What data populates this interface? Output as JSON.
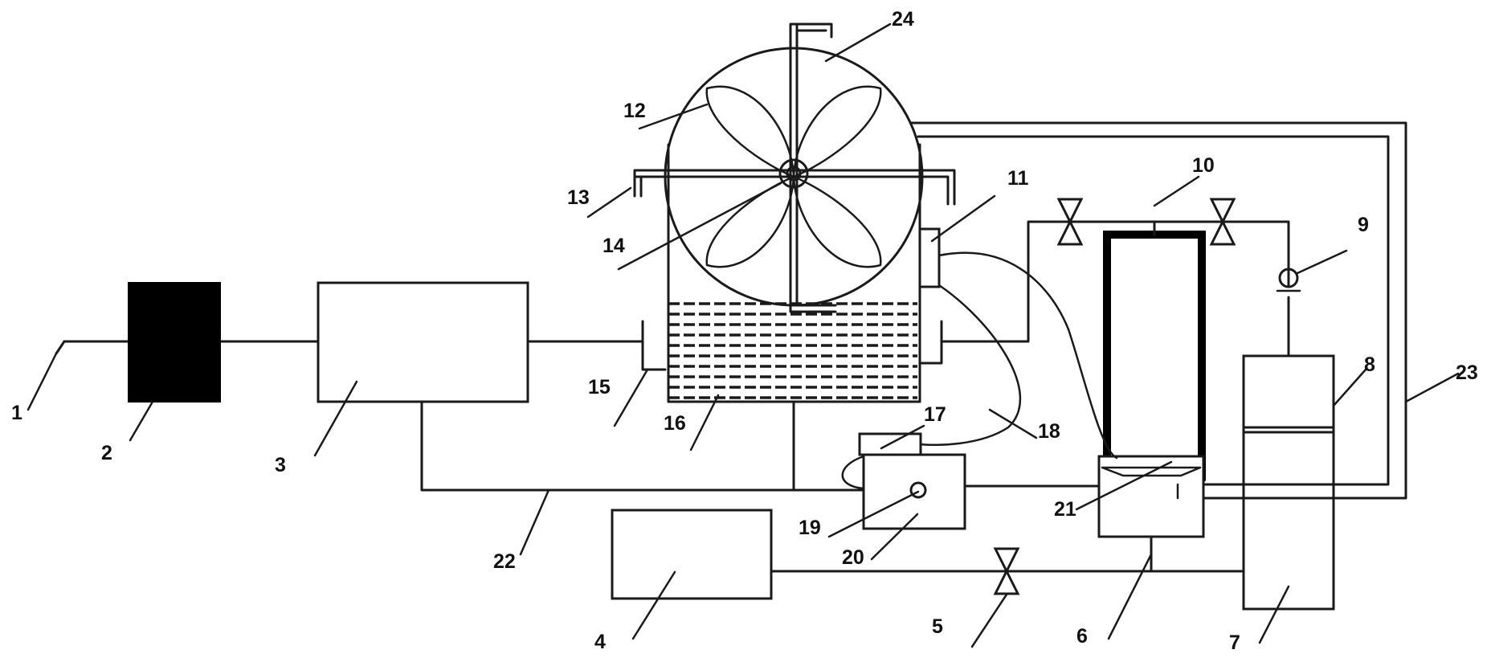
{
  "labels": {
    "l1": "1",
    "l2": "2",
    "l3": "3",
    "l4": "4",
    "l5": "5",
    "l6": "6",
    "l7": "7",
    "l8": "8",
    "l9": "9",
    "l10": "10",
    "l11": "11",
    "l12": "12",
    "l13": "13",
    "l14": "14",
    "l15": "15",
    "l16": "16",
    "l17": "17",
    "l18": "18",
    "l19": "19",
    "l20": "20",
    "l21": "21",
    "l22": "22",
    "l23": "23",
    "l24": "24"
  },
  "colors": {
    "line": "#1a1a1a",
    "block": "#000000",
    "background": "#ffffff"
  }
}
